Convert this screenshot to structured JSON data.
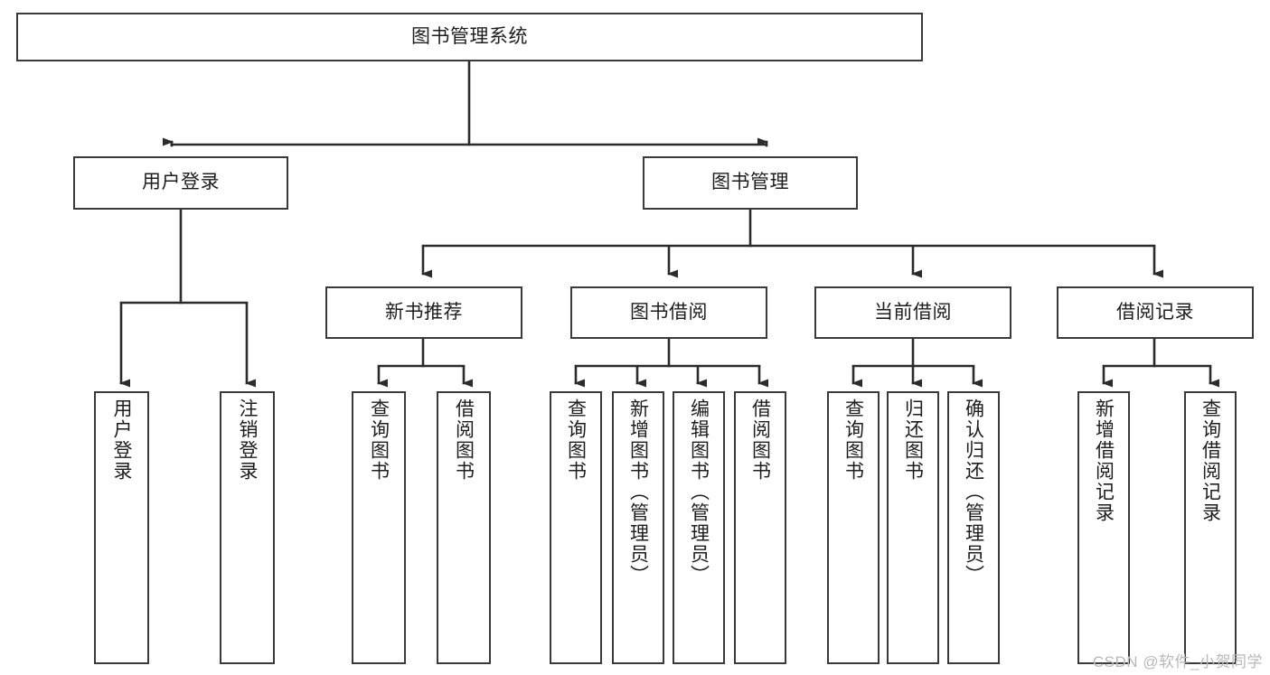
{
  "diagram": {
    "type": "tree",
    "title": "图书管理系统",
    "watermark": "CSDN @软件_小贺同学",
    "colors": {
      "background": "#ffffff",
      "box_border": "#3a3a3a",
      "edge": "#2b2b2b",
      "text": "#1d1d1d",
      "watermark": "#b8b8b8"
    },
    "nodes": {
      "root": {
        "label": "图书管理系统",
        "level": 0,
        "orientation": "horizontal"
      },
      "user_login": {
        "label": "用户登录",
        "level": 1,
        "orientation": "horizontal"
      },
      "book_manage": {
        "label": "图书管理",
        "level": 1,
        "orientation": "horizontal"
      },
      "new_book_rec": {
        "label": "新书推荐",
        "level": 2,
        "orientation": "horizontal"
      },
      "book_borrow": {
        "label": "图书借阅",
        "level": 2,
        "orientation": "horizontal"
      },
      "current_borrow": {
        "label": "当前借阅",
        "level": 2,
        "orientation": "horizontal"
      },
      "borrow_record": {
        "label": "借阅记录",
        "level": 2,
        "orientation": "horizontal"
      },
      "leaf_user_login": {
        "label": "用户登录",
        "level": 3,
        "orientation": "vertical"
      },
      "leaf_logout": {
        "label": "注销登录",
        "level": 3,
        "orientation": "vertical"
      },
      "leaf_query_book_1": {
        "label": "查询图书",
        "level": 3,
        "orientation": "vertical"
      },
      "leaf_borrow_book_1": {
        "label": "借阅图书",
        "level": 3,
        "orientation": "vertical"
      },
      "leaf_query_book_2": {
        "label": "查询图书",
        "level": 3,
        "orientation": "vertical"
      },
      "leaf_add_book": {
        "label": "新增图书（管理员）",
        "level": 3,
        "orientation": "vertical"
      },
      "leaf_edit_book": {
        "label": "编辑图书（管理员）",
        "level": 3,
        "orientation": "vertical"
      },
      "leaf_borrow_book_2": {
        "label": "借阅图书",
        "level": 3,
        "orientation": "vertical"
      },
      "leaf_query_book_3": {
        "label": "查询图书",
        "level": 3,
        "orientation": "vertical"
      },
      "leaf_return_book": {
        "label": "归还图书",
        "level": 3,
        "orientation": "vertical"
      },
      "leaf_confirm_return": {
        "label": "确认归还（管理员）",
        "level": 3,
        "orientation": "vertical"
      },
      "leaf_add_record": {
        "label": "新增借阅记录",
        "level": 3,
        "orientation": "vertical"
      },
      "leaf_query_record": {
        "label": "查询借阅记录",
        "level": 3,
        "orientation": "vertical"
      }
    },
    "edges": [
      {
        "from": "root",
        "to": "user_login"
      },
      {
        "from": "root",
        "to": "book_manage"
      },
      {
        "from": "user_login",
        "to": "leaf_user_login"
      },
      {
        "from": "user_login",
        "to": "leaf_logout"
      },
      {
        "from": "book_manage",
        "to": "new_book_rec"
      },
      {
        "from": "book_manage",
        "to": "book_borrow"
      },
      {
        "from": "book_manage",
        "to": "current_borrow"
      },
      {
        "from": "book_manage",
        "to": "borrow_record"
      },
      {
        "from": "new_book_rec",
        "to": "leaf_query_book_1"
      },
      {
        "from": "new_book_rec",
        "to": "leaf_borrow_book_1"
      },
      {
        "from": "book_borrow",
        "to": "leaf_query_book_2"
      },
      {
        "from": "book_borrow",
        "to": "leaf_add_book"
      },
      {
        "from": "book_borrow",
        "to": "leaf_edit_book"
      },
      {
        "from": "book_borrow",
        "to": "leaf_borrow_book_2"
      },
      {
        "from": "current_borrow",
        "to": "leaf_query_book_3"
      },
      {
        "from": "current_borrow",
        "to": "leaf_return_book"
      },
      {
        "from": "current_borrow",
        "to": "leaf_confirm_return"
      },
      {
        "from": "borrow_record",
        "to": "leaf_add_record"
      },
      {
        "from": "borrow_record",
        "to": "leaf_query_record"
      }
    ]
  }
}
